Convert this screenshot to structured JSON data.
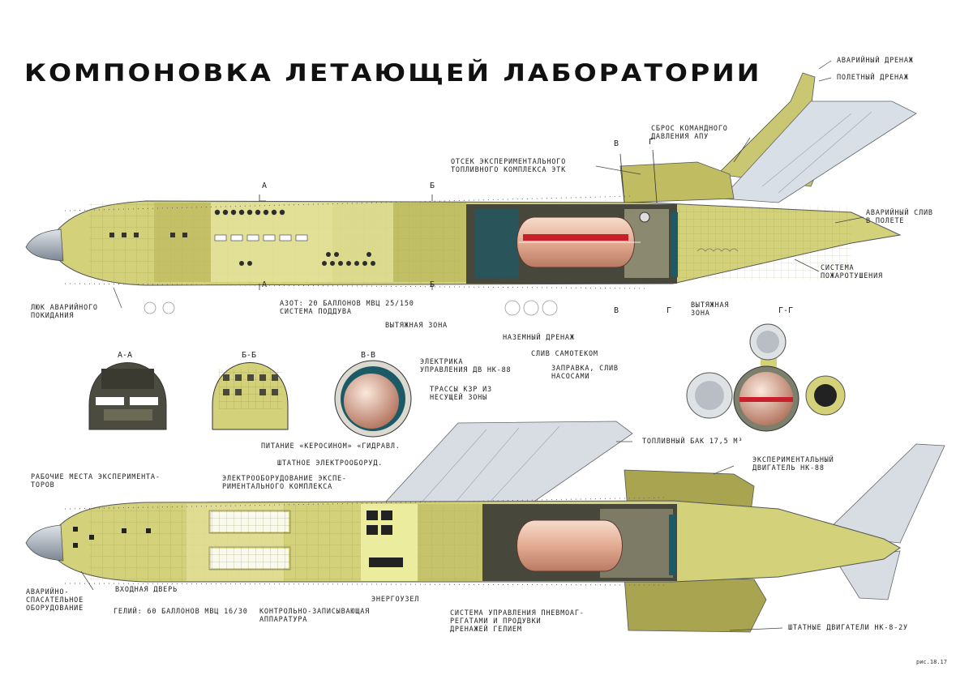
{
  "title": "КОМПОНОВКА ЛЕТАЮЩЕЙ ЛАБОРАТОРИИ",
  "colors": {
    "fuselage": "#d3d17a",
    "fuselage_dark": "#a9a44f",
    "cabin": "#ececa8",
    "tank": "#e7b9a3",
    "tank_stripe": "#c8202a",
    "teal": "#1c5a66",
    "wing": "#d7dde3",
    "dark_bay": "#47473c"
  },
  "labels": {
    "top_right_1": "АВАРИЙНЫЙ ДРЕНАЖ",
    "top_right_2": "ПОЛЕТНЫЙ ДРЕНАЖ",
    "cmd_pressure": "СБРОС КОМАНДНОГО\nДАВЛЕНИЯ АПУ",
    "etc_compartment": "ОТСЕК ЭКСПЕРИМЕНТАЛЬНОГО\nТОПЛИВНОГО КОМПЛЕКСА ЭТК",
    "emergency_dump": "АВАРИЙНЫЙ СЛИВ\nВ ПОЛЕТЕ",
    "fire_system": "СИСТЕМА\nПОЖАРОТУШЕНИЯ",
    "escape_hatch": "ЛЮК АВАРИЙНОГО\nПОКИДАНИЯ",
    "supply_system": "АЗОТ: 20 баллонов МВЦ 25/150\nСИСТЕМА ПОДДУВА",
    "vent_zone_1": "ВЫТЯЖНАЯ ЗОНА",
    "vent_zone_2": "ВЫТЯЖНАЯ\nЗОНА",
    "ground_drain": "НАЗЕМНЫЙ ДРЕНАЖ",
    "gravity_drain": "СЛИВ САМОТЕКОМ",
    "refuel_pumps": "ЗАПРАВКА, СЛИВ\nНАСОСАМИ",
    "tank_control": "ЭЛЕКТРИКА\nУПРАВЛЕНИЯ ДВ НК-88",
    "routes": "ТРАССЫ КЗР ИЗ\nНЕСУЩЕЙ ЗОНЫ",
    "kerosene": "ПИТАНИЕ «КЕРОСИНОМ» «ГИДРАВЛ.",
    "fuel_tank_vol": "ТОПЛИВНЫЙ БАК 17,5 м³",
    "standard_electro": "ШТАТНОЕ ЭЛЕКТРООБОРУД.",
    "exp_engine": "ЭКСПЕРИМЕНТАЛЬНЫЙ\nДВИГАТЕЛЬ НК-88",
    "work_places": "РАБОЧИЕ МЕСТА ЭКСПЕРИМЕНТА-\nТОРОВ",
    "electro_exp": "ЭЛЕКТРООБОРУДОВАНИЕ ЭКСПЕ-\nРИМЕНТАЛЬНОГО КОМПЛЕКСА",
    "emergency_rescue": "АВАРИЙНО-\nСПАСАТЕЛЬНОЕ\nОБОРУДОВАНИЕ",
    "entry_door": "ВХОДНАЯ ДВЕРЬ",
    "helium": "ГЕЛИЙ: 60 баллонов МВЦ 16/30",
    "control_apparatus": "КОНТРОЛЬНО-ЗАПИСЫВАЮЩАЯ\nАППАРАТУРА",
    "energy_unit": "ЭНЕРГОУЗЕЛ",
    "pneumatic_control": "СИСТЕМА УПРАВЛЕНИЯ ПНЕВМОАГ-\nРЕГАТАМИ И ПРОДУВКИ\nДРЕНАЖЕЙ ГЕЛИЕМ",
    "standard_engines": "ШТАТНЫЕ ДВИГАТЕЛИ НК-8-2У"
  },
  "section_marks": {
    "a": "А",
    "b": "Б",
    "v": "В",
    "g": "Г",
    "aa": "А-А",
    "bb": "Б-Б",
    "vv": "В-В",
    "gg": "Г-Г"
  },
  "figure_ref": "рис.18.17"
}
